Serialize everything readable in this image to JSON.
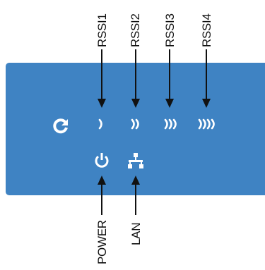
{
  "labels": {
    "rssi1": "RSSI1",
    "rssi2": "RSSI2",
    "rssi3": "RSSI3",
    "rssi4": "RSSI4",
    "power": "POWER",
    "lan": "LAN"
  },
  "icons": {
    "refresh": "refresh-icon",
    "rssi1": "signal-1-bar-icon",
    "rssi2": "signal-2-bar-icon",
    "rssi3": "signal-3-bar-icon",
    "rssi4": "signal-4-bar-icon",
    "power": "power-icon",
    "lan": "network-icon"
  },
  "colors": {
    "panel": "#3f83c3",
    "icon": "#ffffff",
    "line": "#111111"
  }
}
